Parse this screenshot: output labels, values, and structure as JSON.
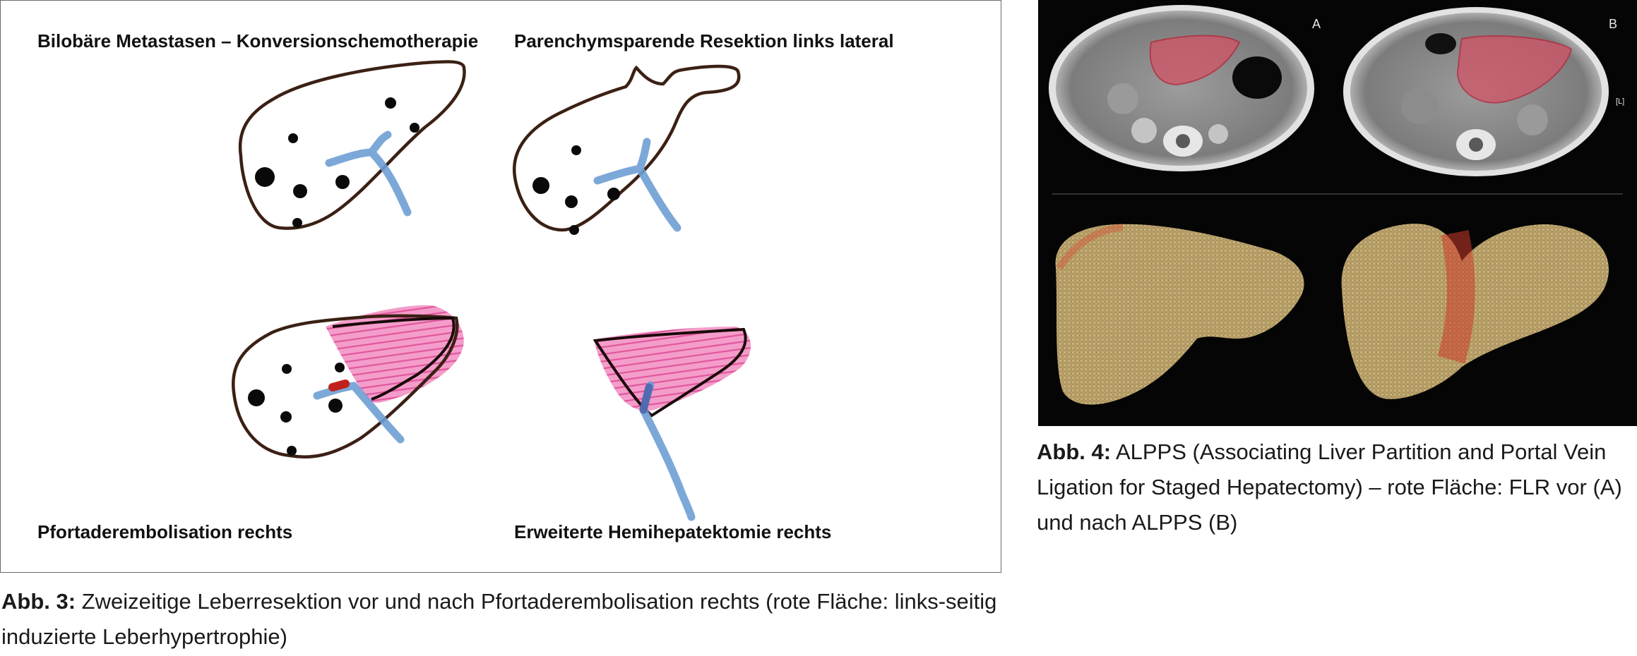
{
  "figure3": {
    "panels": [
      {
        "title": "Bilobäre Metastasen – Konversionschemotherapie"
      },
      {
        "title": "Parenchymsparende Resektion links lateral"
      },
      {
        "title": "Pfortaderembolisation rechts"
      },
      {
        "title": "Erweiterte Hemihepatektomie rechts"
      }
    ],
    "caption": {
      "label": "Abb. 3:",
      "text": " Zweizeitige Leberresektion vor und nach Pfortaderembolisation rechts (rote Fläche: links-seitig induzierte Leberhypertrophie)"
    }
  },
  "figure4": {
    "ct_labels": {
      "a": "A",
      "b": "B",
      "l": "[L]"
    },
    "caption": {
      "label": "Abb. 4:",
      "text": " ALPPS (Associating Liver Partition and Portal Vein Ligation for Staged Hepatectomy) – rote Fläche: FLR vor (A) und nach ALPPS (B)"
    }
  },
  "colors": {
    "liver_outline": "#3b2014",
    "vessel": "#6e9fd4",
    "hypertrophy": "#e8449a",
    "embolization": "#c0221b",
    "metastasis": "#0a0a0a"
  }
}
